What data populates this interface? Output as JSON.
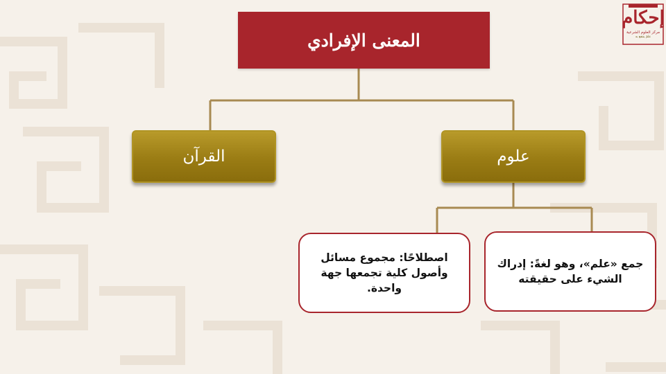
{
  "logo": {
    "word": "إحكام",
    "subtitle": "مركز العلوم الشرعية",
    "tagline": "علمٌ ينتفع به"
  },
  "diagram": {
    "root": "المعنى الإفرادي",
    "left_branch": "القرآن",
    "right_branch": "علوم",
    "leaf_right": "جمع «علم»، وهو لغةً: إدراك الشيء على حقيقته",
    "leaf_left": "اصطلاحًا: مجموع مسائل وأصول كلية تجمعها جهة واحدة."
  },
  "colors": {
    "root_fill": "#a8252c",
    "branch_fill": "#9a7c14",
    "connector": "#a88a52",
    "leaf_border": "#a8252c",
    "background": "#f6f1ea"
  }
}
